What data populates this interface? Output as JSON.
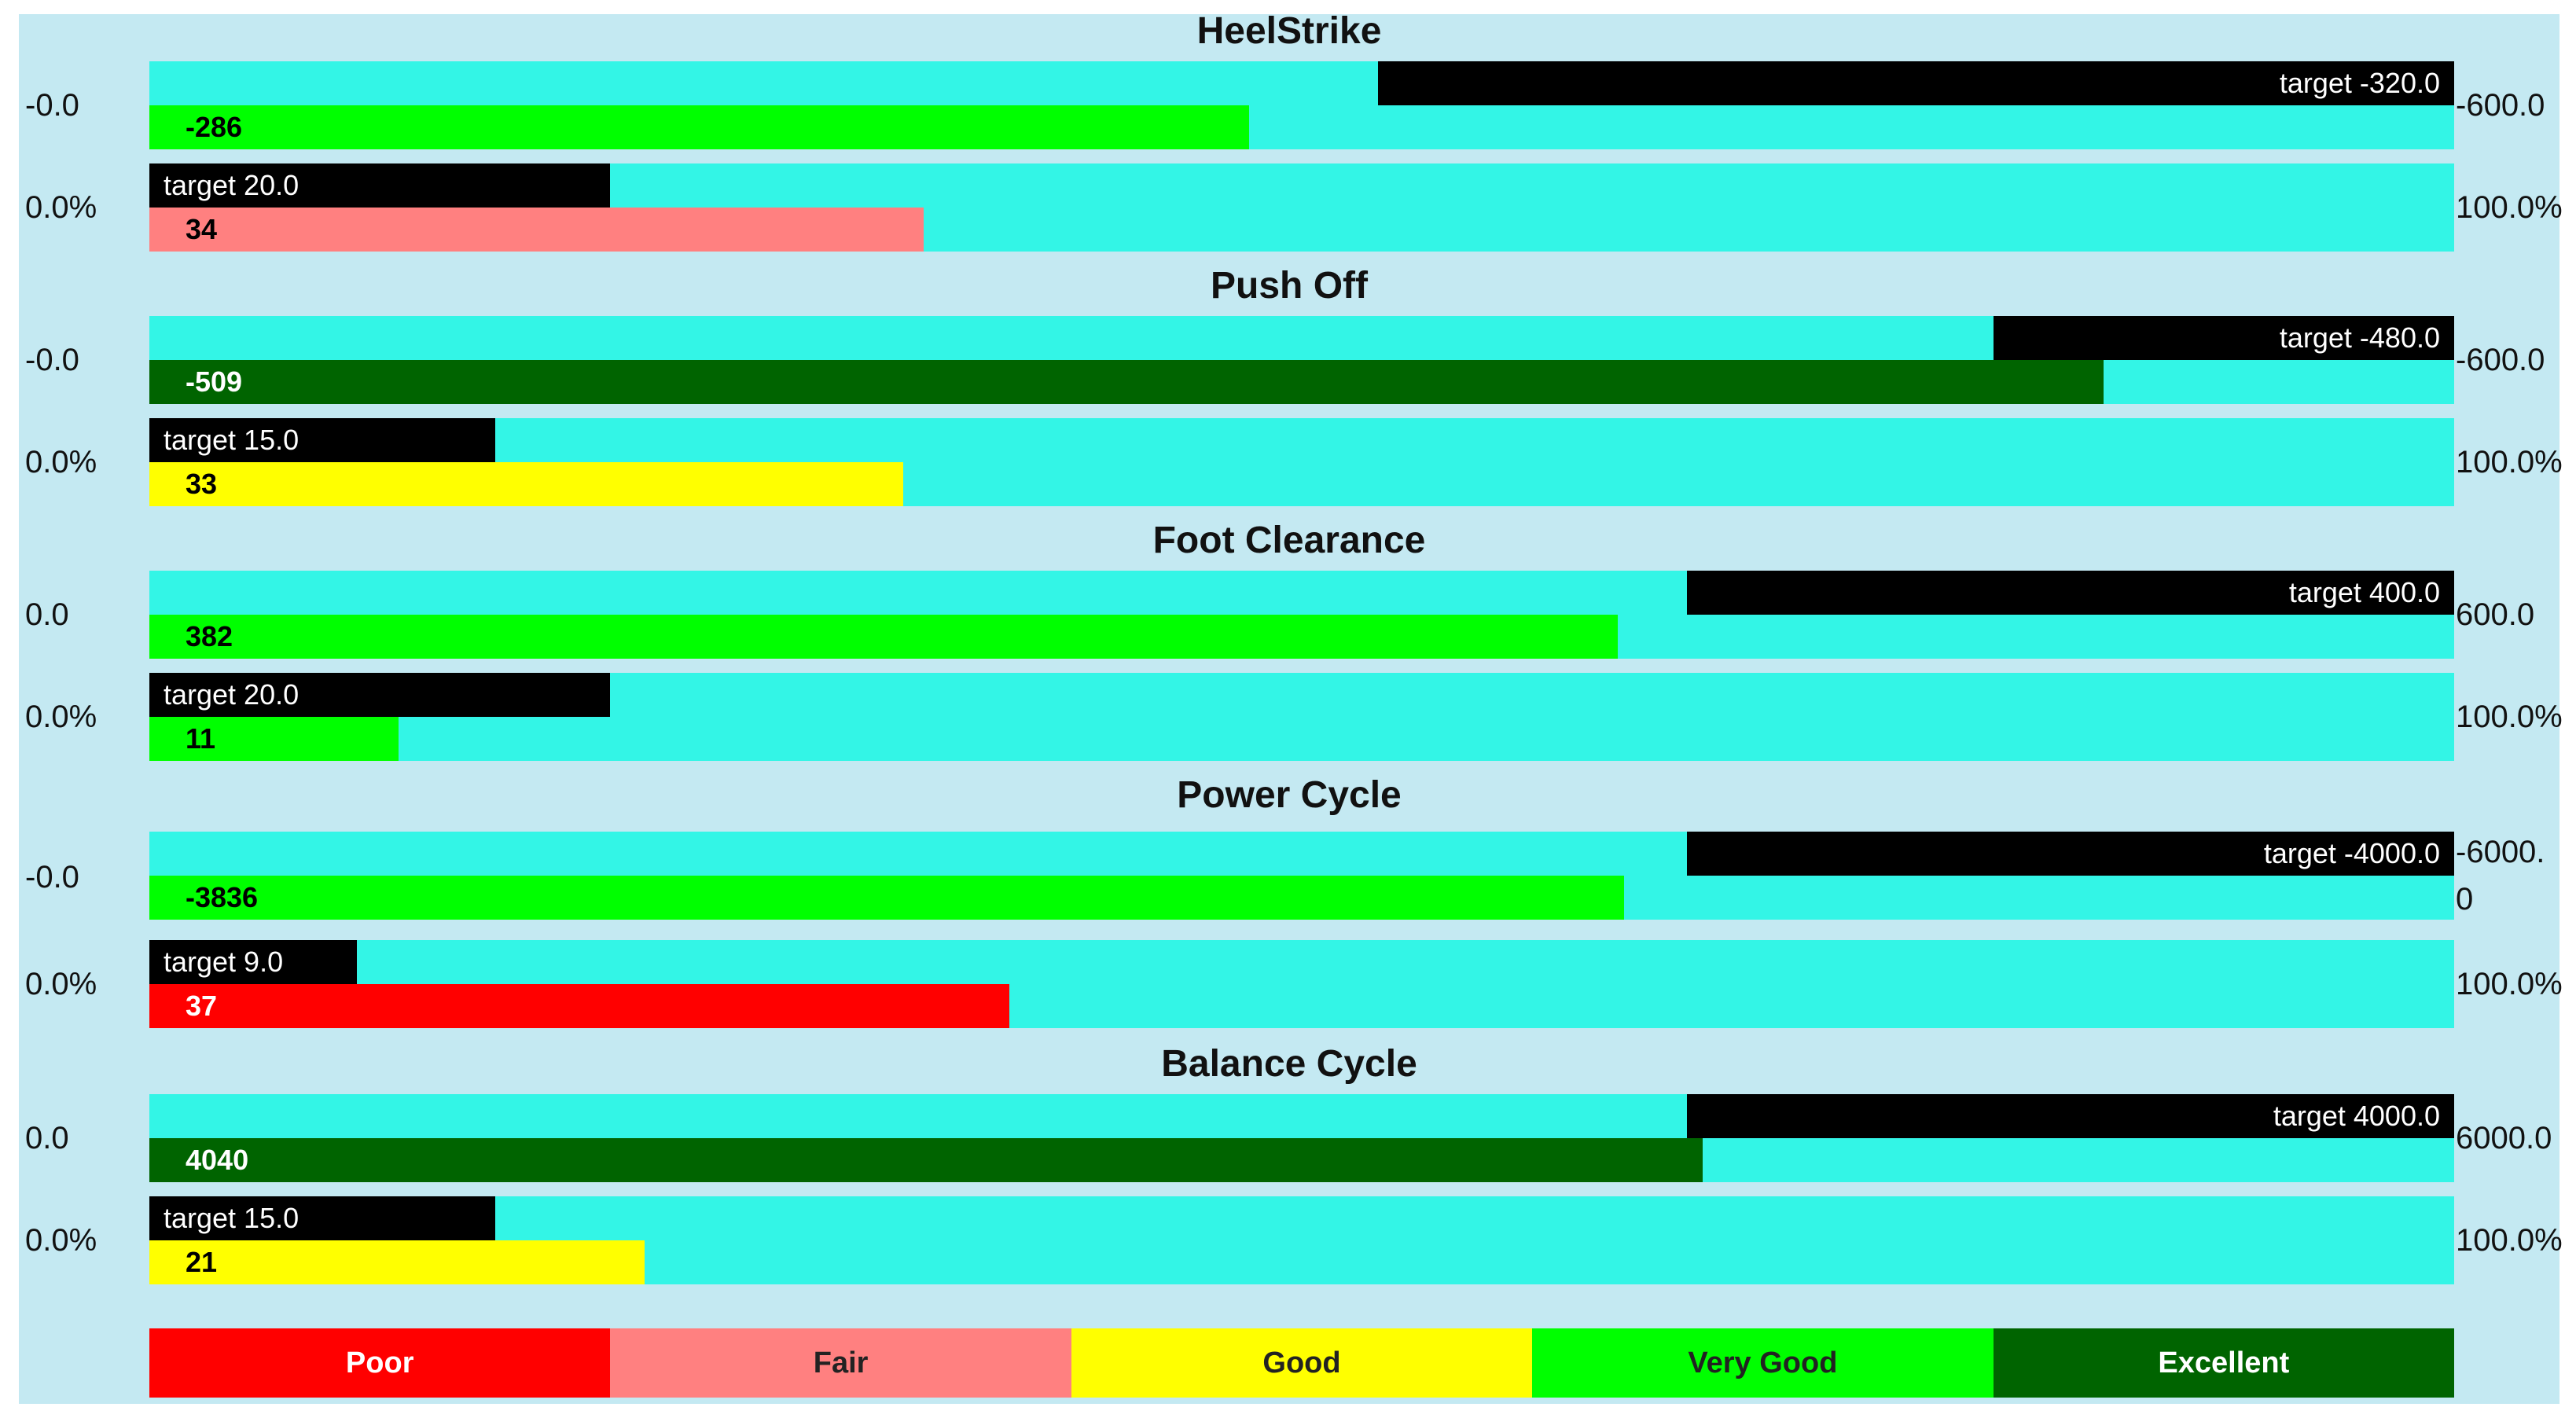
{
  "colors": {
    "poor": "#ff0000",
    "fair": "#ff8080",
    "good": "#ffff00",
    "very_good": "#00ff00",
    "excellent": "#006400",
    "track": "#33f5e6",
    "target": "#000000",
    "panel": "#c4e9f2"
  },
  "sections": [
    {
      "title": "HeelStrike",
      "top": {
        "min_label": "-0.0",
        "max_label": "-600.0",
        "target_label": "target -320.0",
        "target_align": "right",
        "target_from": 0.533,
        "target_to": 1.0,
        "value_label": "-286",
        "value_fill": 0.477,
        "value_color": "#00ff00",
        "value_text_color": "#000000"
      },
      "bottom": {
        "min_label": "0.0%",
        "max_label": "100.0%",
        "target_label": "target 20.0",
        "target_align": "left",
        "target_from": 0.0,
        "target_to": 0.2,
        "value_label": "34",
        "value_fill": 0.336,
        "value_color": "#ff8080",
        "value_text_color": "#000000"
      }
    },
    {
      "title": "Push Off",
      "top": {
        "min_label": "-0.0",
        "max_label": "-600.0",
        "target_label": "target -480.0",
        "target_align": "right",
        "target_from": 0.8,
        "target_to": 1.0,
        "value_label": "-509",
        "value_fill": 0.848,
        "value_color": "#006400",
        "value_text_color": "#ffffff"
      },
      "bottom": {
        "min_label": "0.0%",
        "max_label": "100.0%",
        "target_label": "target 15.0",
        "target_align": "left",
        "target_from": 0.0,
        "target_to": 0.15,
        "value_label": "33",
        "value_fill": 0.327,
        "value_color": "#ffff00",
        "value_text_color": "#000000"
      }
    },
    {
      "title": "Foot Clearance",
      "top": {
        "min_label": "0.0",
        "max_label": "600.0",
        "target_label": "target 400.0",
        "target_align": "right",
        "target_from": 0.667,
        "target_to": 1.0,
        "value_label": "382",
        "value_fill": 0.637,
        "value_color": "#00ff00",
        "value_text_color": "#000000"
      },
      "bottom": {
        "min_label": "0.0%",
        "max_label": "100.0%",
        "target_label": "target 20.0",
        "target_align": "left",
        "target_from": 0.0,
        "target_to": 0.2,
        "value_label": "11",
        "value_fill": 0.108,
        "value_color": "#00ff00",
        "value_text_color": "#000000"
      }
    },
    {
      "title": "Power Cycle",
      "top": {
        "min_label": "-0.0",
        "max_label": "-6000.0",
        "target_label": "target -4000.0",
        "target_align": "right",
        "target_from": 0.667,
        "target_to": 1.0,
        "value_label": "-3836",
        "value_fill": 0.64,
        "value_color": "#00ff00",
        "value_text_color": "#000000"
      },
      "bottom": {
        "min_label": "0.0%",
        "max_label": "100.0%",
        "target_label": "target 9.0",
        "target_align": "left",
        "target_from": 0.0,
        "target_to": 0.09,
        "value_label": "37",
        "value_fill": 0.373,
        "value_color": "#ff0000",
        "value_text_color": "#ffffff"
      }
    },
    {
      "title": "Balance Cycle",
      "top": {
        "min_label": "0.0",
        "max_label": "6000.0",
        "target_label": "target 4000.0",
        "target_align": "right",
        "target_from": 0.667,
        "target_to": 1.0,
        "value_label": "4040",
        "value_fill": 0.674,
        "value_color": "#006400",
        "value_text_color": "#ffffff"
      },
      "bottom": {
        "min_label": "0.0%",
        "max_label": "100.0%",
        "target_label": "target 15.0",
        "target_align": "left",
        "target_from": 0.0,
        "target_to": 0.15,
        "value_label": "21",
        "value_fill": 0.215,
        "value_color": "#ffff00",
        "value_text_color": "#000000"
      }
    }
  ],
  "legend": [
    {
      "label": "Poor",
      "color": "#ff0000",
      "text_color": "#ffffff"
    },
    {
      "label": "Fair",
      "color": "#ff8080",
      "text_color": "#222222"
    },
    {
      "label": "Good",
      "color": "#ffff00",
      "text_color": "#222222"
    },
    {
      "label": "Very Good",
      "color": "#00ff00",
      "text_color": "#222222"
    },
    {
      "label": "Excellent",
      "color": "#006400",
      "text_color": "#ffffff"
    }
  ]
}
